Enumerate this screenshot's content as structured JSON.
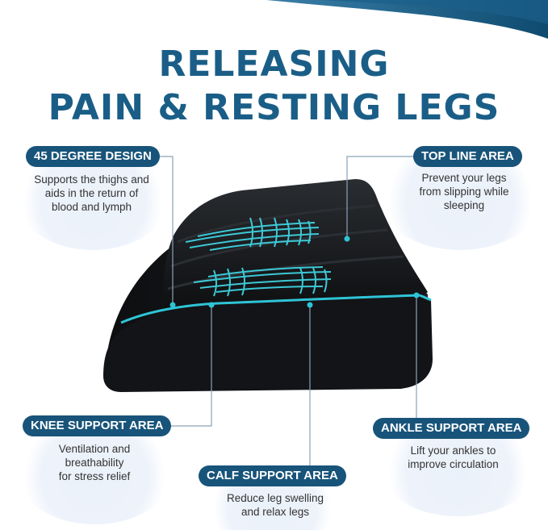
{
  "headline": {
    "line1": "RELEASING",
    "line2": "PAIN & RESTING LEGS"
  },
  "callouts": {
    "degree": {
      "label": "45 DEGREE DESIGN",
      "text": [
        "Supports the thighs and",
        "aids in the return of",
        "blood and lymph"
      ]
    },
    "top_line": {
      "label": "TOP LINE AREA",
      "text": [
        "Prevent your legs",
        "from slipping while",
        "sleeping"
      ]
    },
    "knee": {
      "label": "KNEE SUPPORT AREA",
      "text": [
        "Ventilation and",
        "breathability",
        "for stress relief"
      ]
    },
    "calf": {
      "label": "CALF SUPPORT AREA",
      "text": [
        "Reduce leg swelling",
        "and relax legs"
      ]
    },
    "ankle": {
      "label": "ANKLE SUPPORT AREA",
      "text": [
        "Lift your ankles to",
        "improve circulation"
      ]
    }
  },
  "colors": {
    "brand_blue": "#18547a",
    "headline_blue": "#1a5e87",
    "accent_teal": "#2ec4d6",
    "pillow_black": "#15171a",
    "halo": "#eaf1fa"
  },
  "icons": {
    "wave_header": "wave-banner",
    "pillow": "wedge-pillow-illustration"
  }
}
